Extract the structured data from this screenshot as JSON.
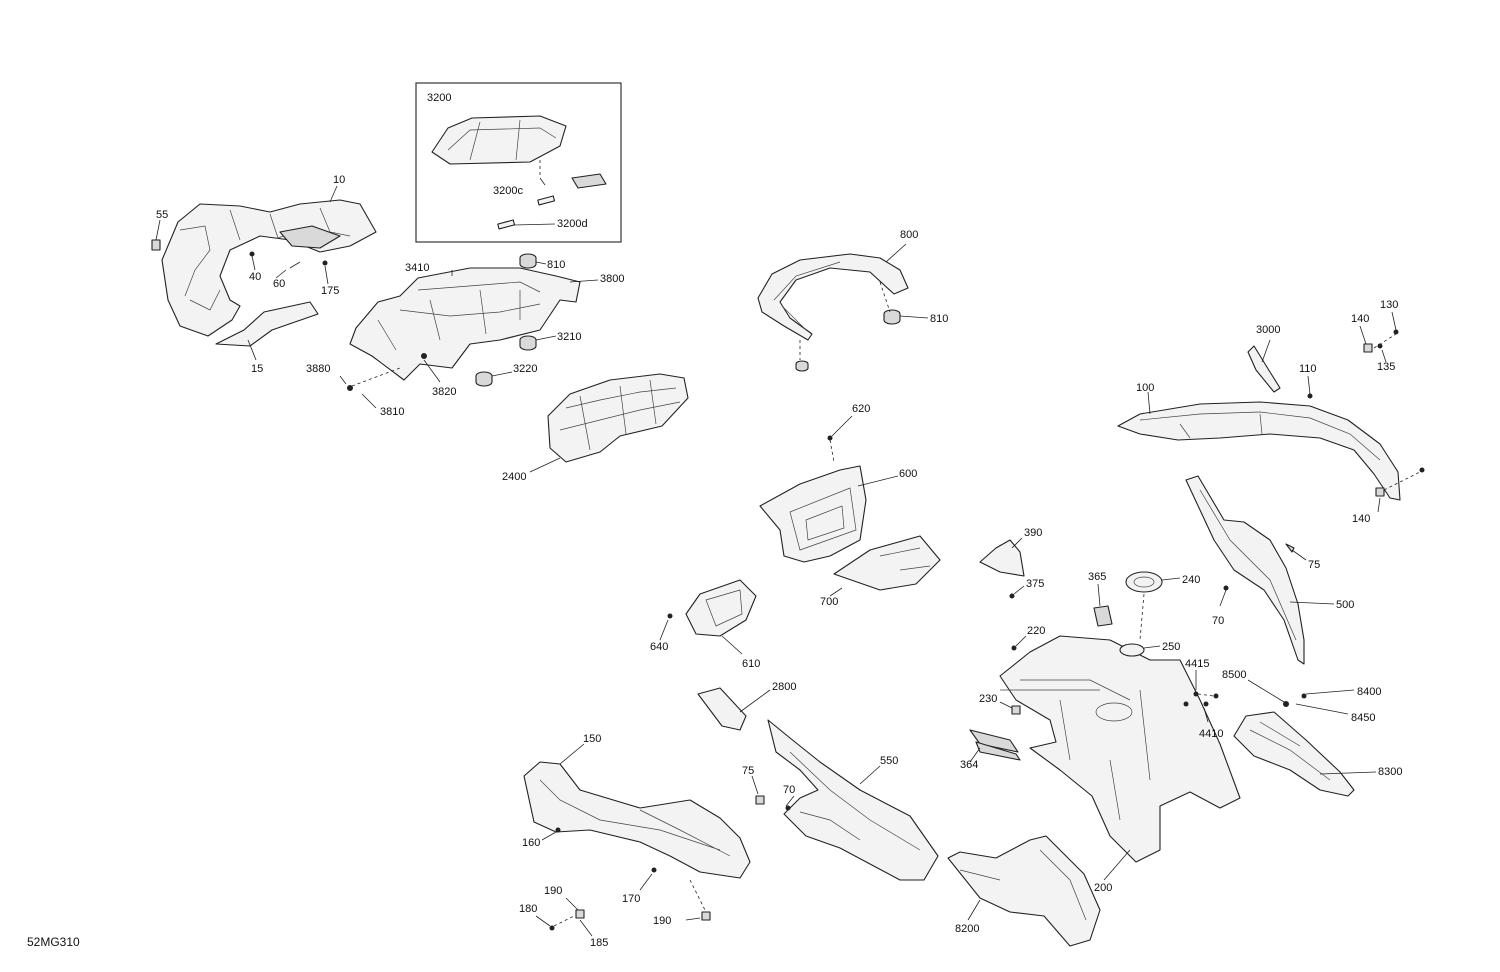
{
  "diagram_id": "52MG310",
  "inset": {
    "title": "3200",
    "labels": [
      "3200c",
      "3200d"
    ]
  },
  "callouts": {
    "c10": "10",
    "c15": "15",
    "c40": "40",
    "c55": "55",
    "c60": "60",
    "c175": "175",
    "c3410": "3410",
    "c810a": "810",
    "c3800": "3800",
    "c3210": "3210",
    "c3220": "3220",
    "c3880": "3880",
    "c3810": "3810",
    "c3820": "3820",
    "c2400": "2400",
    "c800": "800",
    "c810b": "810",
    "c620": "620",
    "c600": "600",
    "c700": "700",
    "c640": "640",
    "c610": "610",
    "c390": "390",
    "c375": "375",
    "c365": "365",
    "c240": "240",
    "c250": "250",
    "c220": "220",
    "c230": "230",
    "c364": "364",
    "c200": "200",
    "c8200": "8200",
    "c2800": "2800",
    "c550": "550",
    "c75a": "75",
    "c70a": "70",
    "c150": "150",
    "c160": "160",
    "c170": "170",
    "c190a": "190",
    "c190b": "190",
    "c180": "180",
    "c185": "185",
    "c3000": "3000",
    "c110": "110",
    "c100": "100",
    "c140a": "140",
    "c130": "130",
    "c135": "135",
    "c140b": "140",
    "c75b": "75",
    "c70b": "70",
    "c500": "500",
    "c4415": "4415",
    "c4410": "4410",
    "c8500": "8500",
    "c8400": "8400",
    "c8450": "8450",
    "c8300": "8300"
  }
}
